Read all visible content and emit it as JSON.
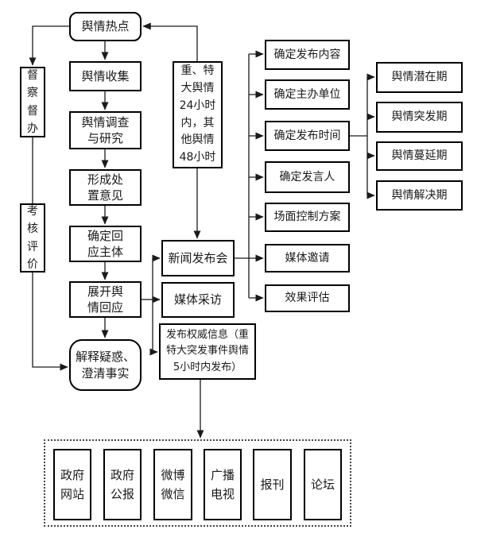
{
  "nodes": {
    "hotspot": "舆情热点",
    "supervise": "督\n察\n督\n办",
    "assess": "考\n核\n评\n价",
    "collect": "舆情收集",
    "investigate": "舆情调查\n与研究",
    "form_opinion": "形成处\n置意见",
    "determine_subject": "确定回\n应主体",
    "respond": "展开舆\n情回应",
    "clarify": "解释疑惑、\n澄清事实",
    "deadline": "重、特\n大舆情\n24小时\n内，其\n他舆情\n48小时",
    "press_conference": "新闻发布会",
    "media_interview": "媒体采访",
    "authoritative_release": "发布权威信息（重\n特大突发事件舆情\n5小时内发布）",
    "release_content": "确定发布内容",
    "organizer_unit": "确定主办单位",
    "release_time": "确定发布时间",
    "spokesperson": "确定发言人",
    "scene_control": "场面控制方案",
    "media_invite": "媒体邀请",
    "effect_eval": "效果评估",
    "phase_latent": "舆情潜在期",
    "phase_outbreak": "舆情突发期",
    "phase_spread": "舆情蔓延期",
    "phase_resolve": "舆情解决期",
    "channels": [
      "政府\n网站",
      "政府\n公报",
      "微博\n微信",
      "广播\n电视",
      "报刊",
      "论坛"
    ]
  },
  "colors": {
    "line": "#1a1a1a",
    "border": "#000000",
    "background": "#ffffff",
    "text": "#1a1a1a"
  }
}
